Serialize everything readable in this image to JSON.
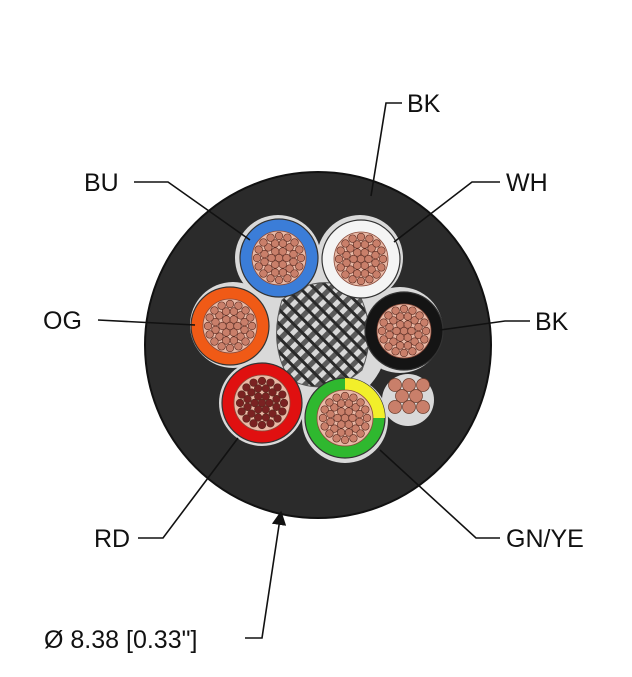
{
  "colors": {
    "jacket": "#2b2b2b",
    "jacket_edge": "#111111",
    "filler": "#d9d9d9",
    "shield": "#3a3a3a",
    "copper": "#c97f6a",
    "copper_dark": "#7a2222",
    "blue": "#3b7dd8",
    "white": "#f4f4f4",
    "black": "#141414",
    "orange": "#f05a16",
    "red": "#e01010",
    "green": "#2fb82f",
    "yellow": "#f2ef2a"
  },
  "conductors": [
    {
      "id": "bu",
      "label": "BU",
      "insulation": "#3b7dd8",
      "icon": "conductor-blue"
    },
    {
      "id": "wh",
      "label": "WH",
      "insulation": "#f4f4f4",
      "icon": "conductor-white"
    },
    {
      "id": "bk-inner",
      "label": "BK",
      "insulation": "#141414",
      "icon": "conductor-black"
    },
    {
      "id": "og",
      "label": "OG",
      "insulation": "#f05a16",
      "icon": "conductor-orange"
    },
    {
      "id": "rd",
      "label": "RD",
      "insulation": "#e01010",
      "icon": "conductor-red"
    },
    {
      "id": "gnye",
      "label": "GN/YE",
      "insulation": "#2fb82f",
      "stripe": "#f2ef2a",
      "icon": "conductor-green-yellow"
    }
  ],
  "labels": {
    "top_bk": "BK",
    "wh": "WH",
    "bu": "BU",
    "og": "OG",
    "bk": "BK",
    "rd": "RD",
    "gnye": "GN/YE",
    "diameter": "Ø 8.38 [0.33\"]"
  }
}
